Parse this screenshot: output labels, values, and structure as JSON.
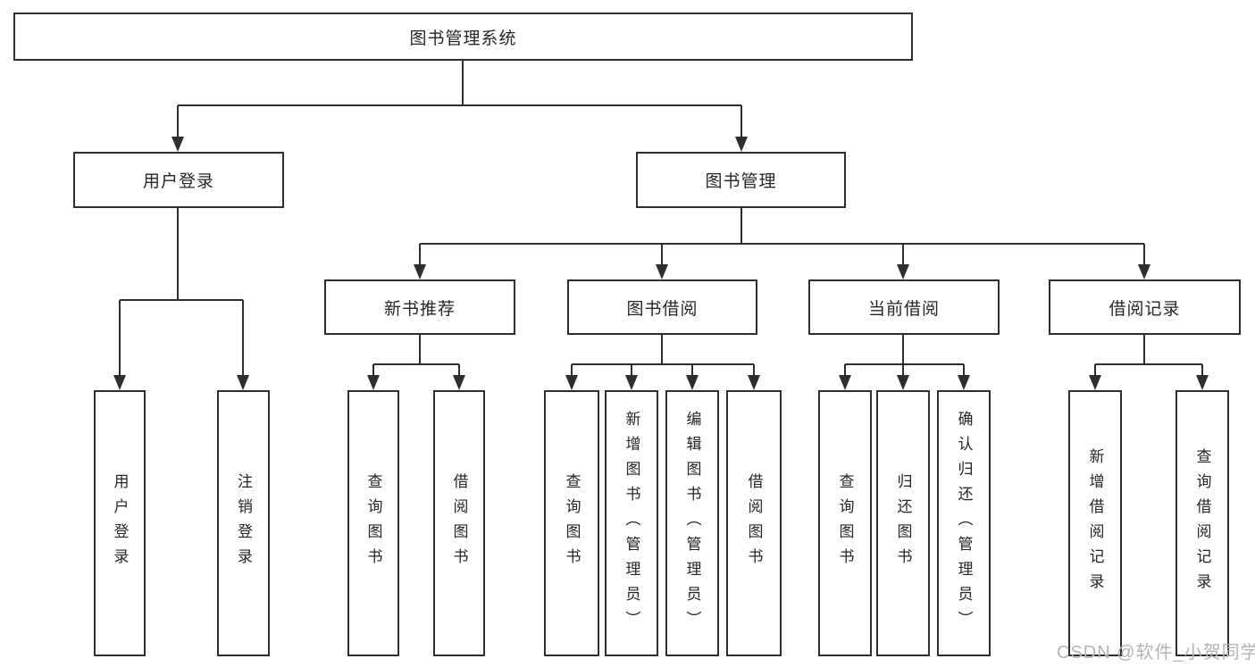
{
  "diagram_type": "hierarchy-tree",
  "colors": {
    "background": "#ffffff",
    "box_border": "#2e2e2e",
    "connector_line": "#2e2e2e",
    "text": "#262626",
    "watermark": "#b4b4b4"
  },
  "tree": {
    "root": {
      "label": "图书管理系统",
      "children": [
        {
          "label": "用户登录",
          "children": [
            {
              "label": "用户登录"
            },
            {
              "label": "注销登录"
            }
          ]
        },
        {
          "label": "图书管理",
          "children": [
            {
              "label": "新书推荐",
              "children": [
                {
                  "label": "查询图书"
                },
                {
                  "label": "借阅图书"
                }
              ]
            },
            {
              "label": "图书借阅",
              "children": [
                {
                  "label": "查询图书"
                },
                {
                  "label": "新增图书（管理员）"
                },
                {
                  "label": "编辑图书（管理员）"
                },
                {
                  "label": "借阅图书"
                }
              ]
            },
            {
              "label": "当前借阅",
              "children": [
                {
                  "label": "查询图书"
                },
                {
                  "label": "归还图书"
                },
                {
                  "label": "确认归还（管理员）"
                }
              ]
            },
            {
              "label": "借阅记录",
              "children": [
                {
                  "label": "新增借阅记录"
                },
                {
                  "label": "查询借阅记录"
                }
              ]
            }
          ]
        }
      ]
    }
  },
  "watermark": {
    "text": "CSDN @软件_小贺同学"
  }
}
